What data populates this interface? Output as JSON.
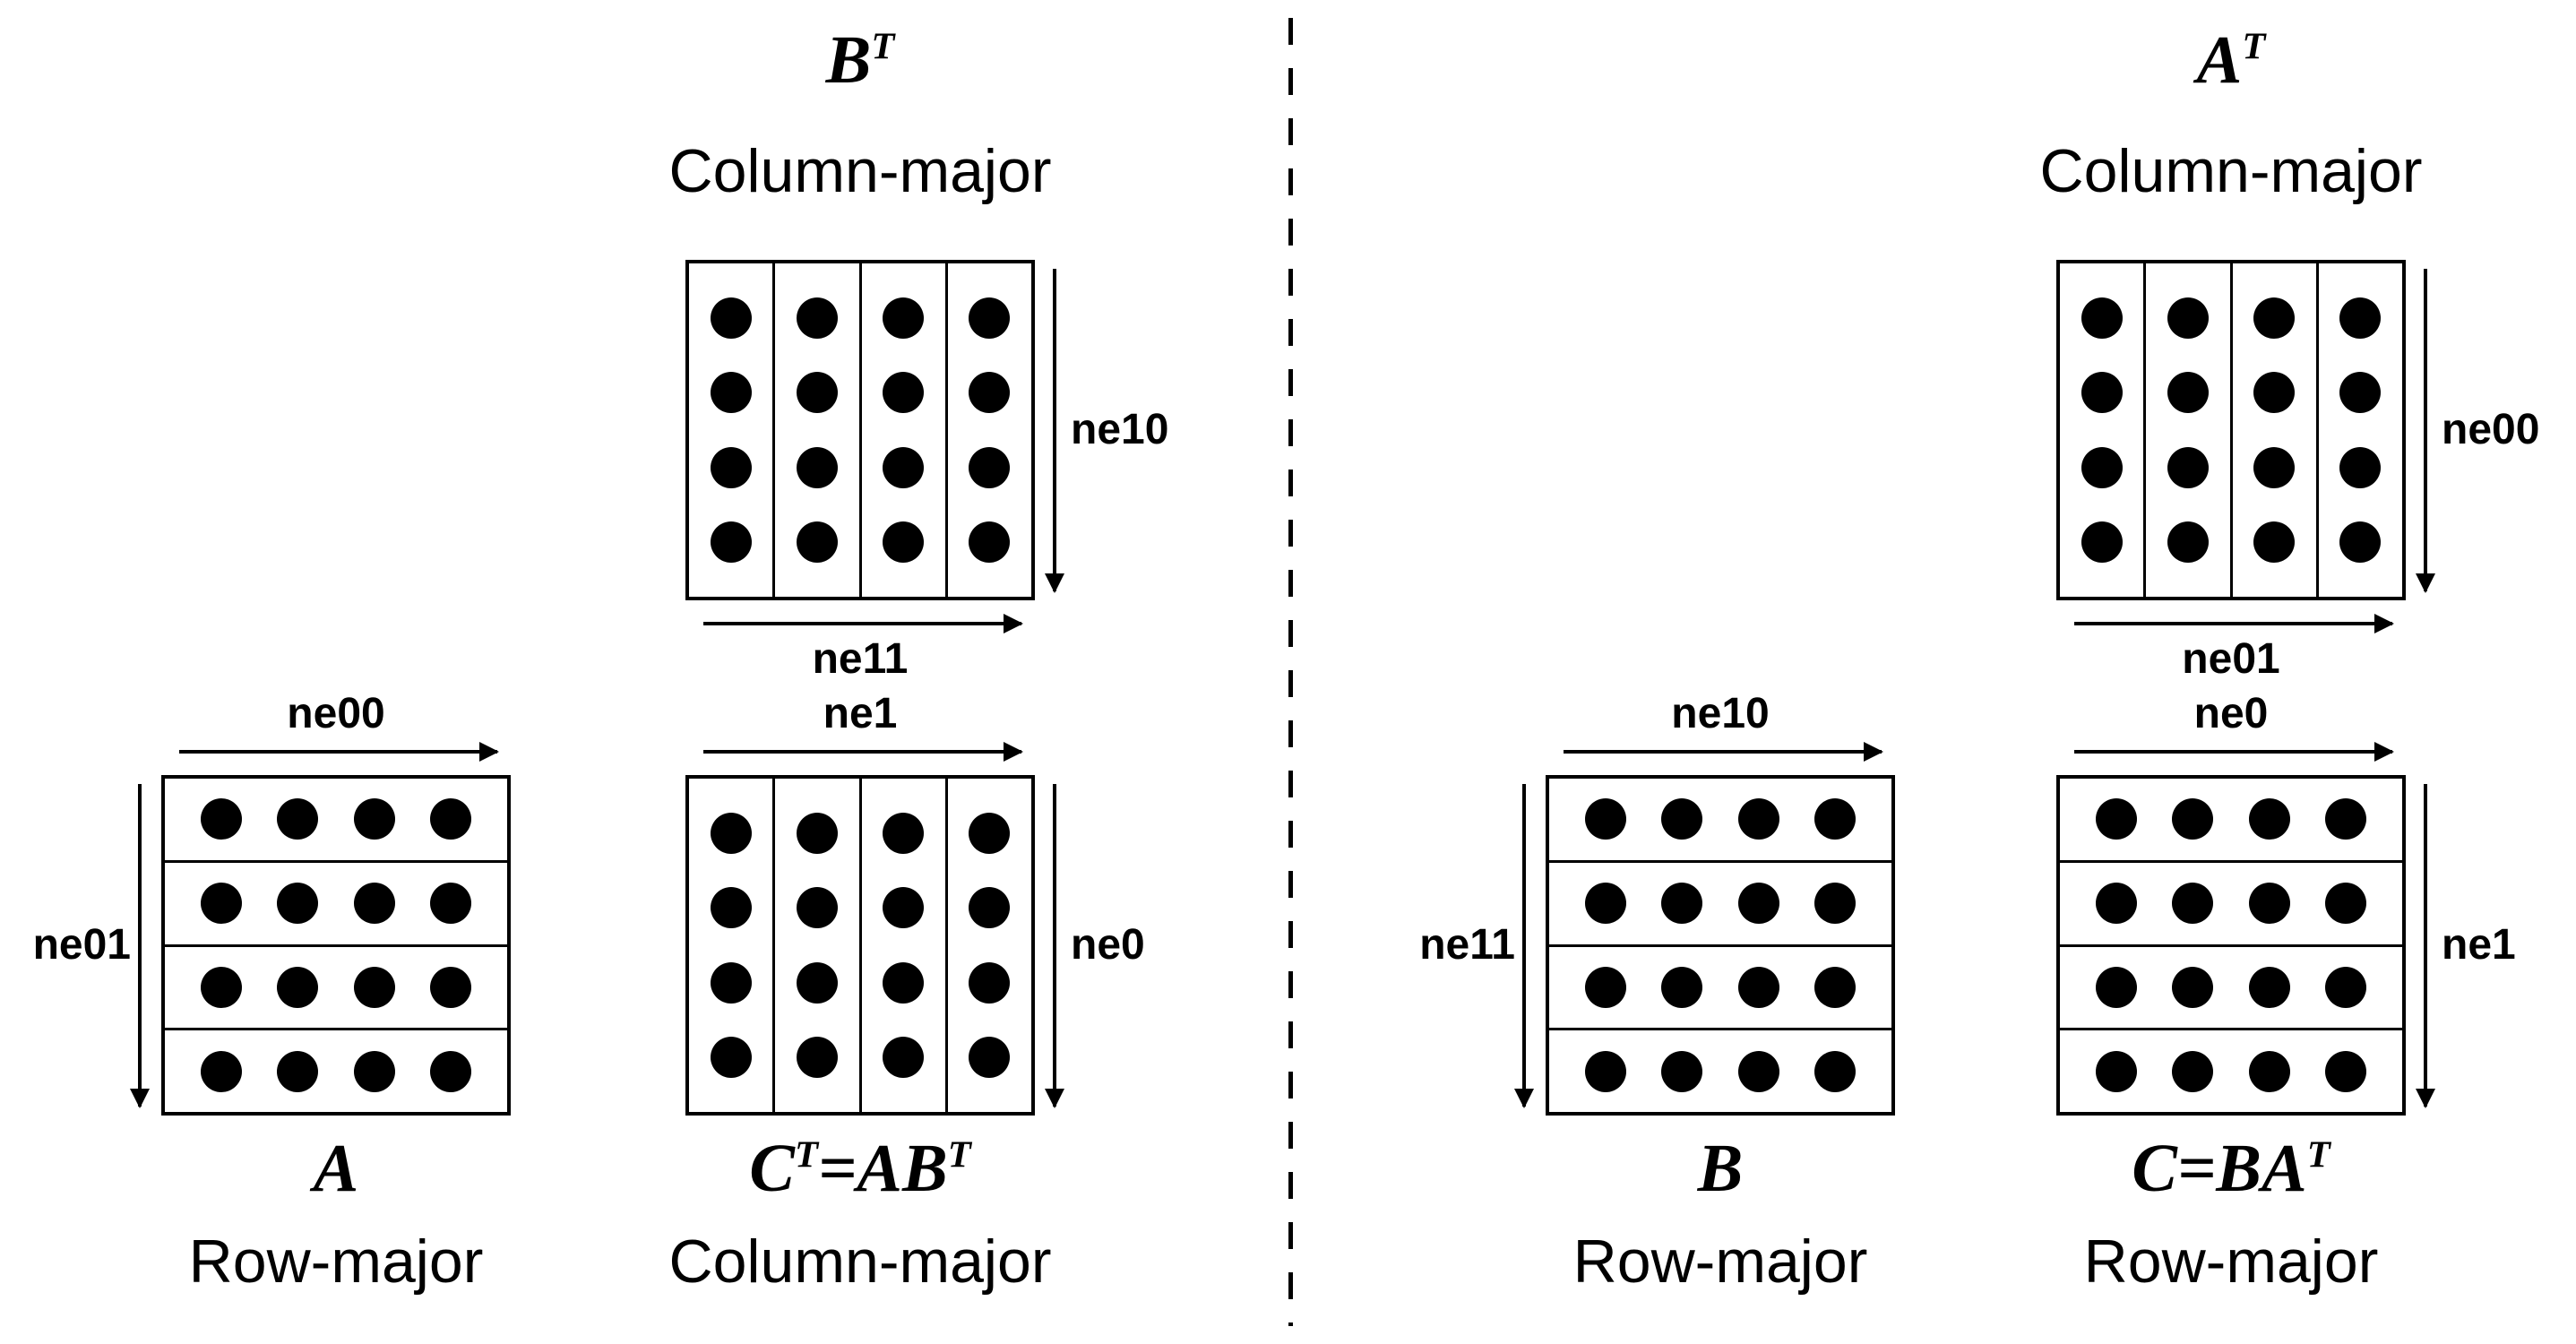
{
  "figure": {
    "colors": {
      "ink": "#000000",
      "background": "#ffffff"
    },
    "matrix_grid": {
      "groups": 4,
      "dots_per_group": 4
    },
    "panels": {
      "left": {
        "operand_transposed": {
          "title": "B^T",
          "storage_label": "Column-major",
          "right_axis": "ne10",
          "bottom_axis": "ne11"
        },
        "operand": {
          "title": "A",
          "storage_label": "Row-major",
          "top_axis": "ne00",
          "left_axis": "ne01"
        },
        "result": {
          "title": "C^T=AB^T",
          "storage_label": "Column-major",
          "top_axis": "ne1",
          "right_axis": "ne0"
        }
      },
      "right": {
        "operand_transposed": {
          "title": "A^T",
          "storage_label": "Column-major",
          "right_axis": "ne00",
          "bottom_axis": "ne01"
        },
        "operand": {
          "title": "B",
          "storage_label": "Row-major",
          "top_axis": "ne10",
          "left_axis": "ne11"
        },
        "result": {
          "title": "C=BA^T",
          "storage_label": "Row-major",
          "top_axis": "ne0",
          "right_axis": "ne1"
        }
      }
    }
  }
}
